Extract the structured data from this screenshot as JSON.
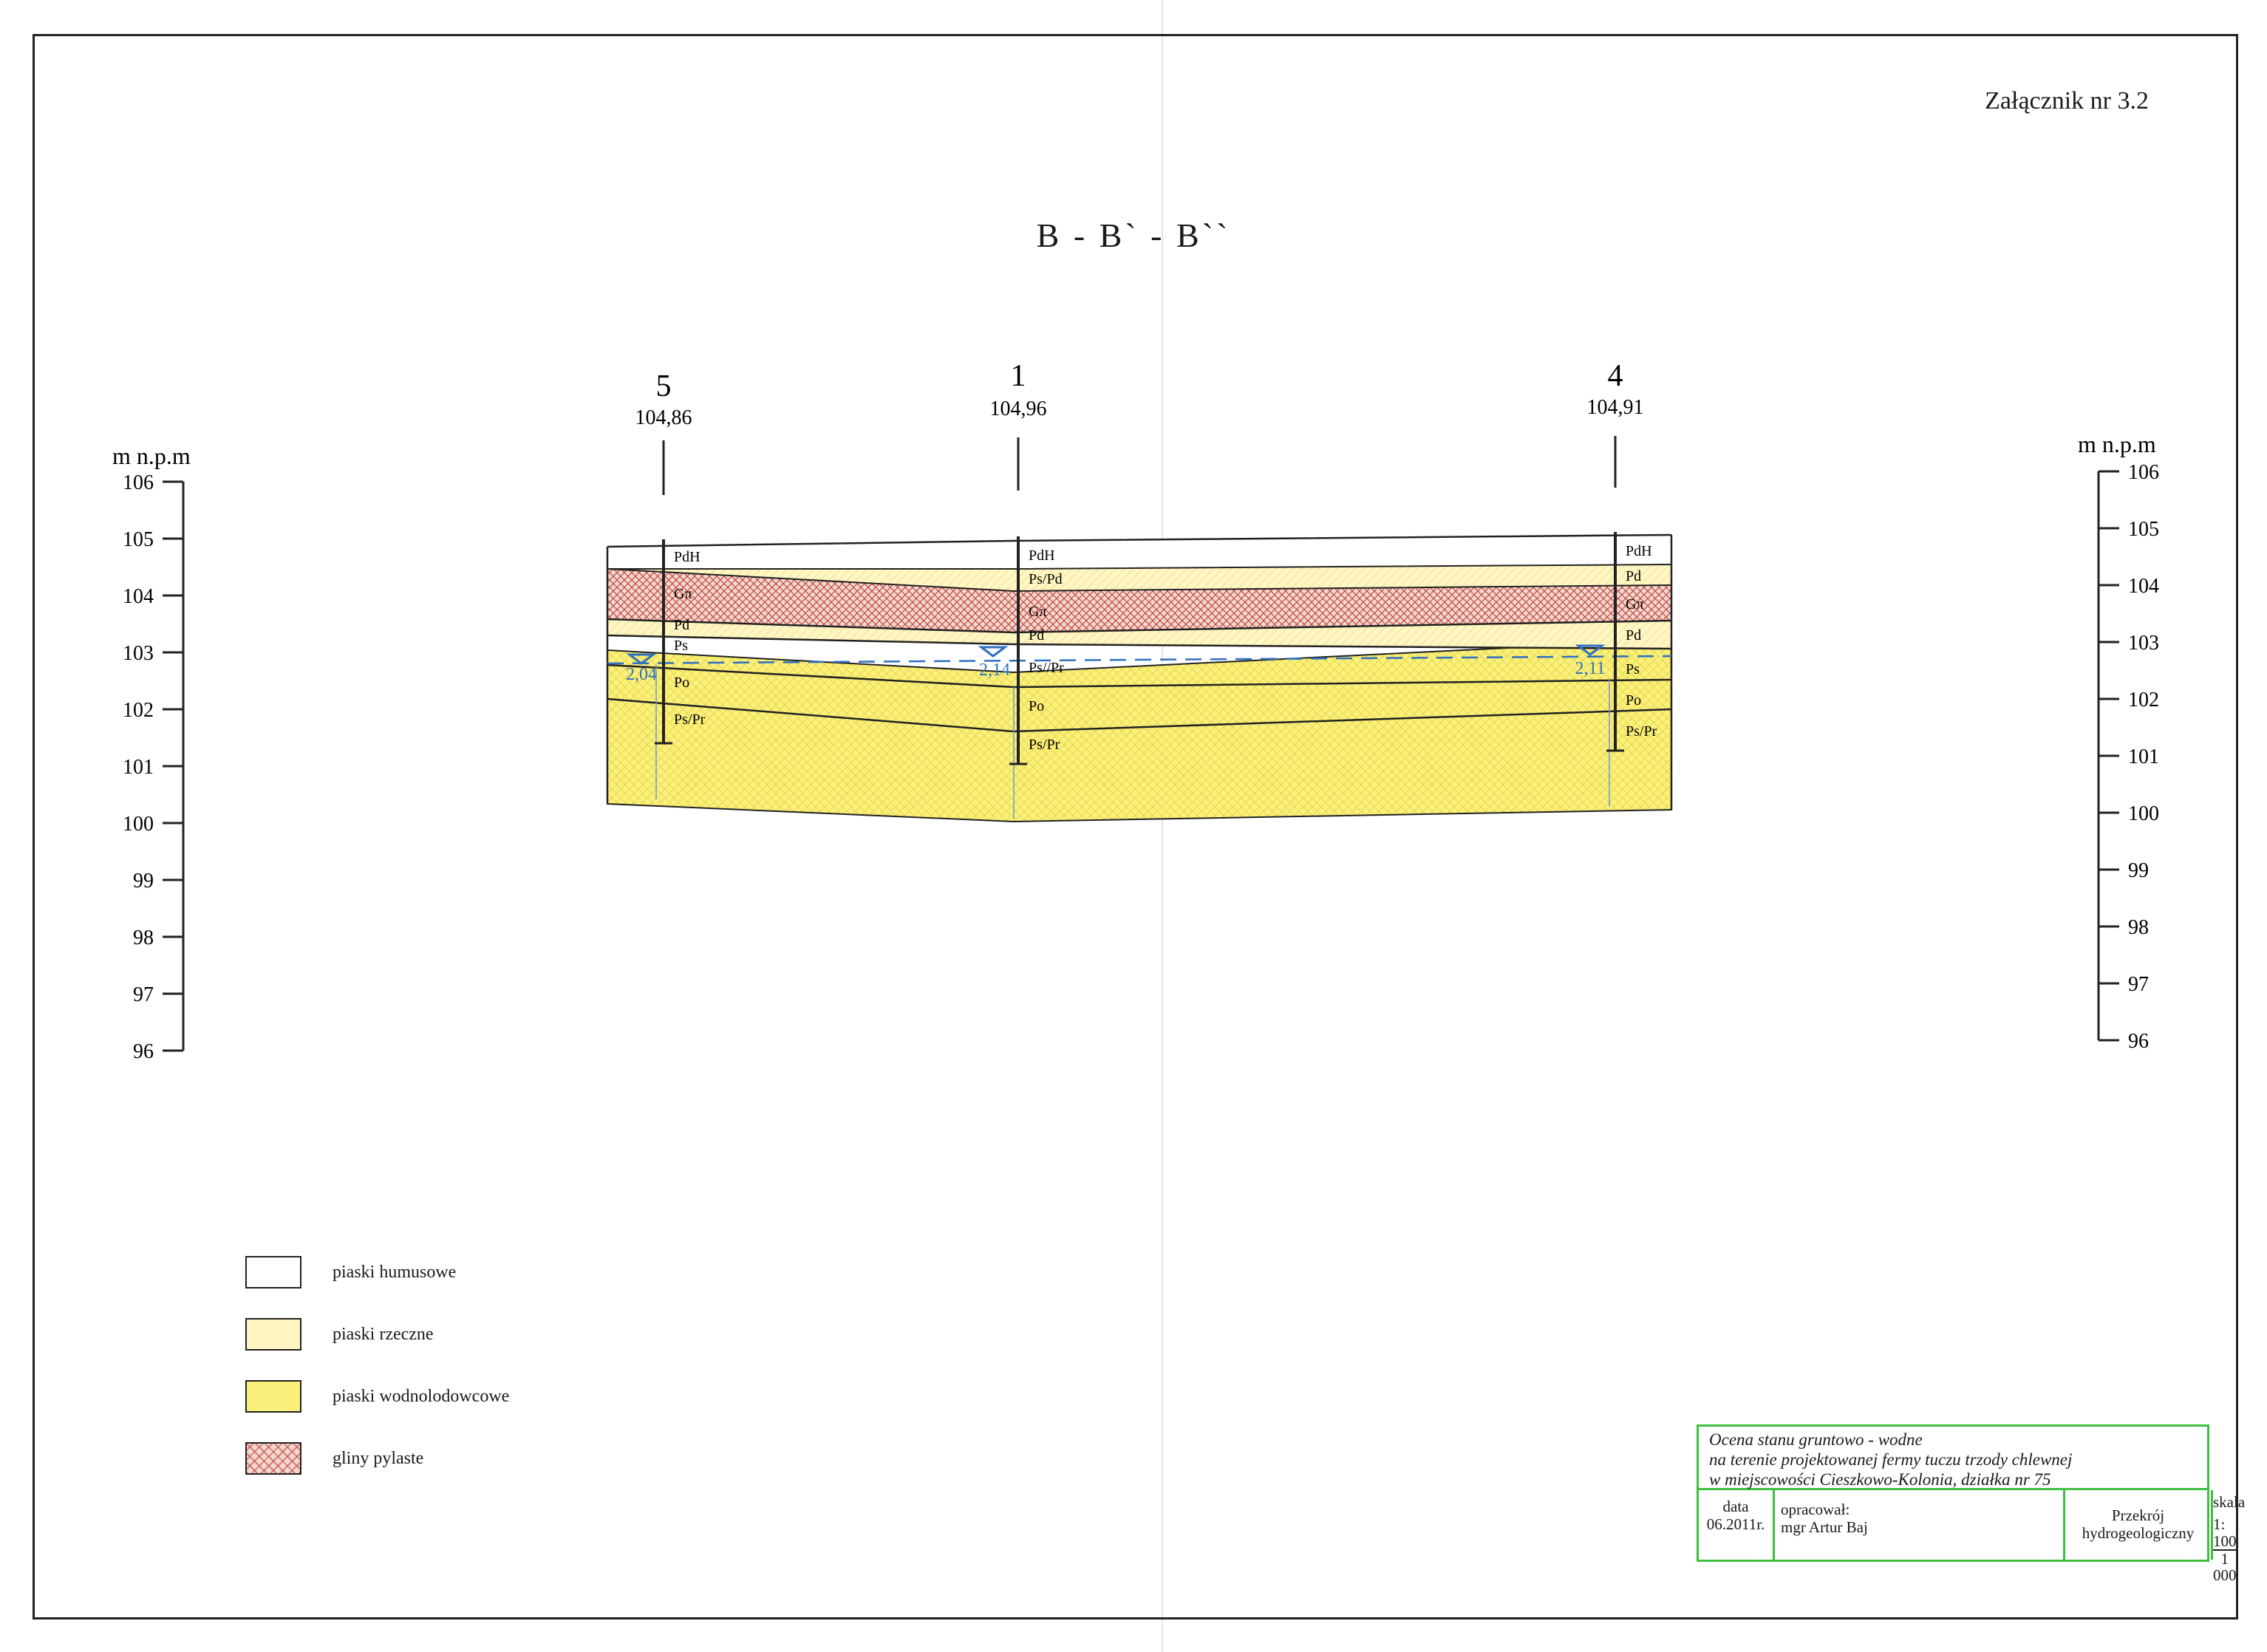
{
  "header": {
    "annex": "Załącznik nr 3.2",
    "section_title": "B - B` - B``"
  },
  "axes": {
    "unit_label": "m n.p.m",
    "ticks": [
      "106",
      "105",
      "104",
      "103",
      "102",
      "101",
      "100",
      "99",
      "98",
      "97",
      "96"
    ]
  },
  "boreholes": [
    {
      "id": "5",
      "elevation": "104,86",
      "water_depth": "2,04",
      "layers": [
        "PdH",
        "Gπ",
        "Pd",
        "Ps",
        "Po",
        "Ps/Pr"
      ]
    },
    {
      "id": "1",
      "elevation": "104,96",
      "water_depth": "2,14",
      "layers": [
        "PdH",
        "Ps/Pd",
        "Gπ",
        "Pd",
        "Ps//Pr",
        "Po",
        "Ps/Pr"
      ]
    },
    {
      "id": "4",
      "elevation": "104,91",
      "water_depth": "2,11",
      "layers": [
        "PdH",
        "Pd",
        "Gπ",
        "Pd",
        "Ps",
        "Po",
        "Ps/Pr"
      ]
    }
  ],
  "legend": [
    {
      "label": "piaski humusowe",
      "swatch": "sw-humus",
      "color": "#ffffff"
    },
    {
      "label": "piaski rzeczne",
      "swatch": "sw-rzeczne",
      "color": "#fff6c2"
    },
    {
      "label": "piaski wodnolodowcowe",
      "swatch": "sw-wodno",
      "color": "#faf07c"
    },
    {
      "label": "gliny pylaste",
      "swatch": "sw-gliny",
      "color": "#f3d8d0"
    }
  ],
  "title_block": {
    "line1": "Ocena stanu gruntowo - wodne",
    "line2": "na terenie projektowanej fermy tuczu trzody chlewnej",
    "line3": "w miejscowości Cieszkowo-Kolonia, działka nr 75",
    "date_label": "data",
    "date_value": "06.2011r.",
    "author_label": "opracował:",
    "author_name": "mgr Artur Baj",
    "type_line1": "Przekrój",
    "type_line2": "hydrogeologiczny",
    "scale_label": "skala",
    "scale_prefix": "1:",
    "scale_num": "100",
    "scale_den": "1 000"
  },
  "colors": {
    "water_line": "#2f6fc0",
    "frame": "#222222",
    "title_block_border": "#3fbf3f"
  }
}
